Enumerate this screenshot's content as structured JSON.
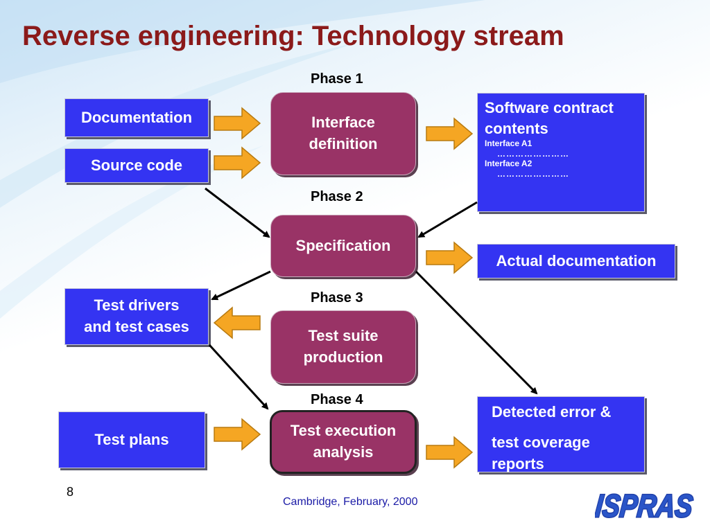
{
  "slide": {
    "title": "Reverse engineering: Technology stream",
    "page_number": "8",
    "footer": "Cambridge, February, 2000",
    "logo_text": "ISPRAS"
  },
  "phases": {
    "p1": "Phase 1",
    "p2": "Phase 2",
    "p3": "Phase 3",
    "p4": "Phase 4"
  },
  "phase_boxes": {
    "interface_definition": [
      "Interface",
      "definition"
    ],
    "specification": "Specification",
    "test_suite": [
      "Test suite",
      "production"
    ],
    "test_execution": [
      "Test execution",
      "analysis"
    ]
  },
  "inputs": {
    "documentation": "Documentation",
    "source_code": "Source code",
    "test_drivers": [
      "Test drivers",
      "and test cases"
    ],
    "test_plans": "Test plans"
  },
  "outputs": {
    "contract": {
      "heading": [
        "Software contract",
        "contents"
      ],
      "item1": "Interface  A1",
      "dots1": "……………………",
      "item2": "Interface  A2",
      "dots2": "……………………"
    },
    "actual_documentation": "Actual documentation",
    "detected_errors": [
      "Detected error &",
      "test coverage",
      "reports"
    ]
  },
  "colors": {
    "title": "#8b1a1a",
    "blue_box": "#3434f2",
    "phase_box": "#993366",
    "arrow": "#f5a623",
    "footer": "#1a1aa6"
  }
}
